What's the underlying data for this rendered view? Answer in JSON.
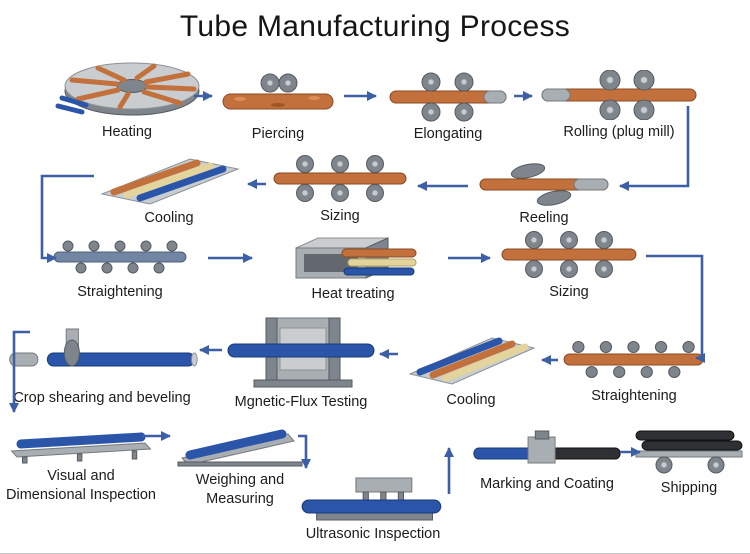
{
  "title": "Tube Manufacturing Process",
  "steps": [
    {
      "label": "Heating"
    },
    {
      "label": "Piercing"
    },
    {
      "label": "Elongating"
    },
    {
      "label": "Rolling (plug mill)"
    },
    {
      "label": "Reeling"
    },
    {
      "label": "Sizing"
    },
    {
      "label": "Cooling"
    },
    {
      "label": "Straightening"
    },
    {
      "label": "Heat treating"
    },
    {
      "label": "Sizing"
    },
    {
      "label": "Straightening"
    },
    {
      "label": "Cooling"
    },
    {
      "label": "Mgnetic-Flux Testing"
    },
    {
      "label": "Crop shearing and beveling"
    },
    {
      "label": "Visual and\nDimensional Inspection"
    },
    {
      "label": "Weighing and\nMeasuring"
    },
    {
      "label": "Ultrasonic Inspection"
    },
    {
      "label": "Marking and Coating"
    },
    {
      "label": "Shipping"
    }
  ],
  "colors": {
    "arrow": "#3d5fa5",
    "tube_orange": "#c2703c",
    "tube_blue": "#2a55a8",
    "tube_yellow": "#e3d49c",
    "tube_black": "#2e3033",
    "machine_gray": "#a9aeb3",
    "title_text": "#151515"
  }
}
